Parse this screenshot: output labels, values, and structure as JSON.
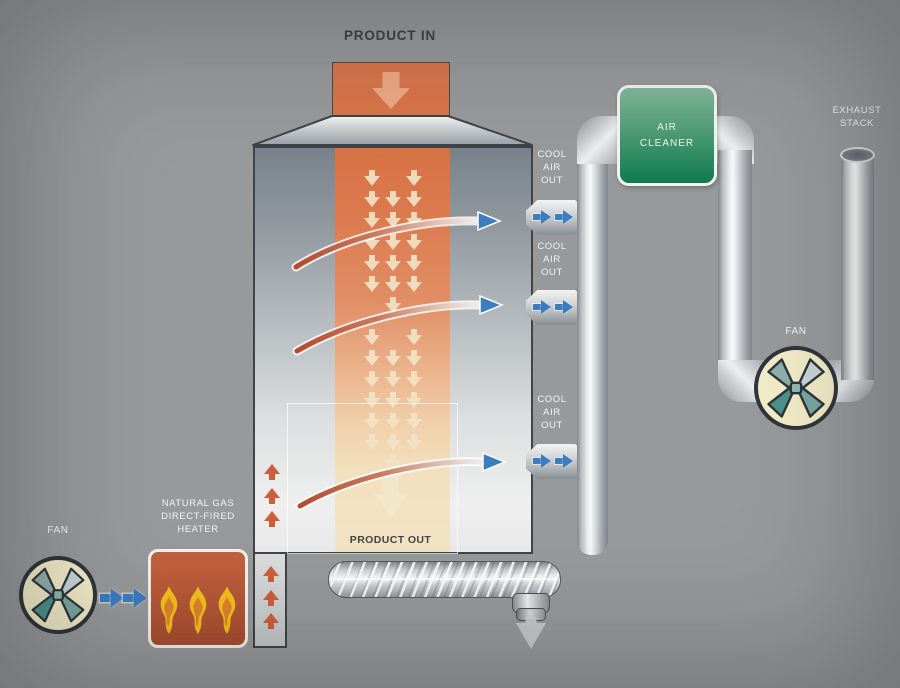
{
  "labels": {
    "product_in": "PRODUCT IN",
    "product_out": "PRODUCT OUT",
    "cool_air_out": [
      "COOL",
      "AIR",
      "OUT"
    ],
    "air_cleaner": [
      "AIR",
      "CLEANER"
    ],
    "exhaust_stack": [
      "EXHAUST",
      "STACK"
    ],
    "fan_left": "FAN",
    "fan_right": "FAN",
    "heater": [
      "NATURAL GAS",
      "DIRECT-FIRED",
      "HEATER"
    ]
  },
  "colors": {
    "bg": "#97999B",
    "orange": "#D9754B",
    "orange-light": "#ECA983",
    "hot-red": "#CE5E3B",
    "blue": "#3C7CC0",
    "green-top": "#84B998",
    "green-bottom": "#0F7A4E",
    "heater-top": "#C5623F",
    "heater-bottom": "#A84D30",
    "flame": "#F4C01A",
    "fan-cream": "#F2ECC8",
    "cream-arrow": "#F2E8CC"
  },
  "tower": {
    "down_arrow_rows": [
      [
        1,
        0,
        1
      ],
      [
        1,
        1,
        1
      ],
      [
        1,
        1,
        1
      ],
      [
        1,
        1,
        1
      ],
      [
        1,
        1,
        1
      ],
      [
        1,
        1,
        1
      ],
      [
        0,
        1,
        0
      ],
      [
        1,
        0,
        1
      ],
      [
        1,
        1,
        1
      ],
      [
        1,
        1,
        1
      ],
      [
        1,
        1,
        1
      ],
      [
        1,
        1,
        1
      ],
      [
        1,
        1,
        1
      ],
      [
        0,
        1,
        0
      ]
    ],
    "up_arrows_in_tower": 3,
    "up_arrows_in_duct": 3
  }
}
